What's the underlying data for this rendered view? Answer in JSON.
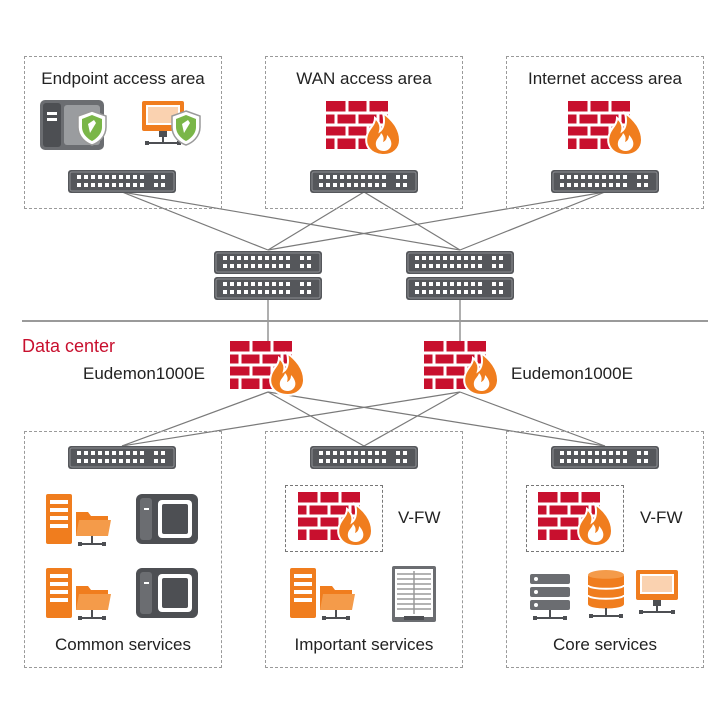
{
  "colors": {
    "firewall": "#c8102e",
    "firewall_mortar": "#ffffff",
    "flame": "#f07d1e",
    "switch": "#55575b",
    "switch_port": "#ffffff",
    "dashed_border": "#9a9a9a",
    "data_center_label": "#c8102e",
    "server_gray": "#4d4f53",
    "accent_orange": "#f07d1e",
    "shield_green": "#7ab648"
  },
  "top_areas": {
    "endpoint": {
      "label": "Endpoint access area",
      "icons": [
        "server-shield-icon",
        "computer-shield-icon",
        "switch-icon"
      ]
    },
    "wan": {
      "label": "WAN access area",
      "icons": [
        "firewall-icon",
        "switch-icon"
      ]
    },
    "internet": {
      "label": "Internet access area",
      "icons": [
        "firewall-icon",
        "switch-icon"
      ]
    }
  },
  "core_switches": [
    "switch-stack-icon",
    "switch-stack-icon"
  ],
  "data_center": {
    "label": "Data center",
    "firewalls": [
      {
        "name": "Eudemon1000E",
        "icon": "firewall-icon"
      },
      {
        "name": "Eudemon1000E",
        "icon": "firewall-icon"
      }
    ]
  },
  "bottom_areas": {
    "common": {
      "label": "Common services",
      "icons": [
        "switch-icon",
        "server-folder-icon",
        "phone-icon",
        "server-folder-icon",
        "phone-icon"
      ]
    },
    "important": {
      "label": "Important services",
      "vfw_label": "V-FW",
      "icons": [
        "switch-icon",
        "firewall-icon",
        "server-folder-icon",
        "rack-server-icon"
      ]
    },
    "core": {
      "label": "Core services",
      "vfw_label": "V-FW",
      "icons": [
        "switch-icon",
        "firewall-icon",
        "server-stack-icon",
        "database-icon",
        "computer-icon"
      ]
    }
  }
}
